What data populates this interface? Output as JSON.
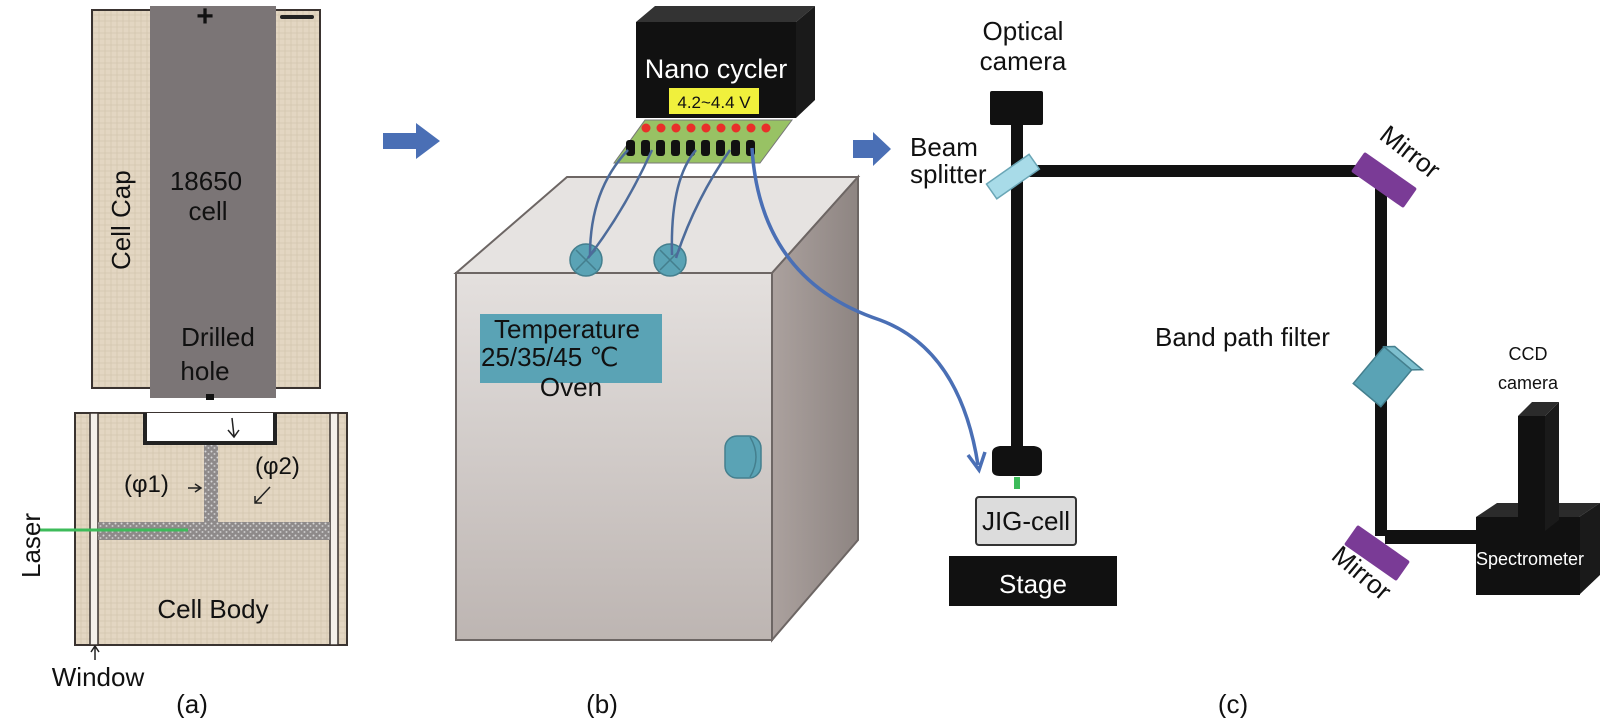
{
  "panel_a": {
    "caption": "(a)",
    "cell_cap_label": "Cell Cap",
    "cell_label_line1": "18650",
    "cell_label_line2": "cell",
    "drilled_hole_line1": "Drilled",
    "drilled_hole_line2": "hole",
    "phi1_label": "(φ1)",
    "phi2_label": "(φ2)",
    "laser_label": "Laser",
    "cell_body_label": "Cell Body",
    "window_label": "Window",
    "positive_terminal": "+",
    "negative_terminal": "−"
  },
  "panel_b": {
    "caption": "(b)",
    "cycler_label": "Nano cycler",
    "voltage_label": "4.2~4.4 V",
    "temperature_line1": "Temperature",
    "temperature_line2": "25/35/45 ℃",
    "oven_label": "Oven"
  },
  "panel_c": {
    "caption": "(c)",
    "optical_camera_line1": "Optical",
    "optical_camera_line2": "camera",
    "beam_splitter_line1": "Beam",
    "beam_splitter_line2": "splitter",
    "mirror_top_label": "Mirror",
    "mirror_bottom_label": "Mirror",
    "band_path_filter_label": "Band path filter",
    "ccd_camera_line1": "CCD",
    "ccd_camera_line2": "camera",
    "spectrometer_label": "Spectrometer",
    "jig_cell_label": "JIG-cell",
    "stage_label": "Stage"
  },
  "colors": {
    "cap_fill": "#e3d6c2",
    "cell_fill": "#7b7576",
    "arrow_blue": "#4a6fb5",
    "teal": "#5aa3b5",
    "mirror_purple": "#7a3b96",
    "splitter_blue": "#a8dbe8",
    "board_green": "#98c264",
    "voltage_yellow": "#f0f03c",
    "laser_green": "#3dbb5a",
    "oven_front": "#cfc9c6",
    "oven_top": "#e6e3e1",
    "oven_side": "#a39a97"
  }
}
